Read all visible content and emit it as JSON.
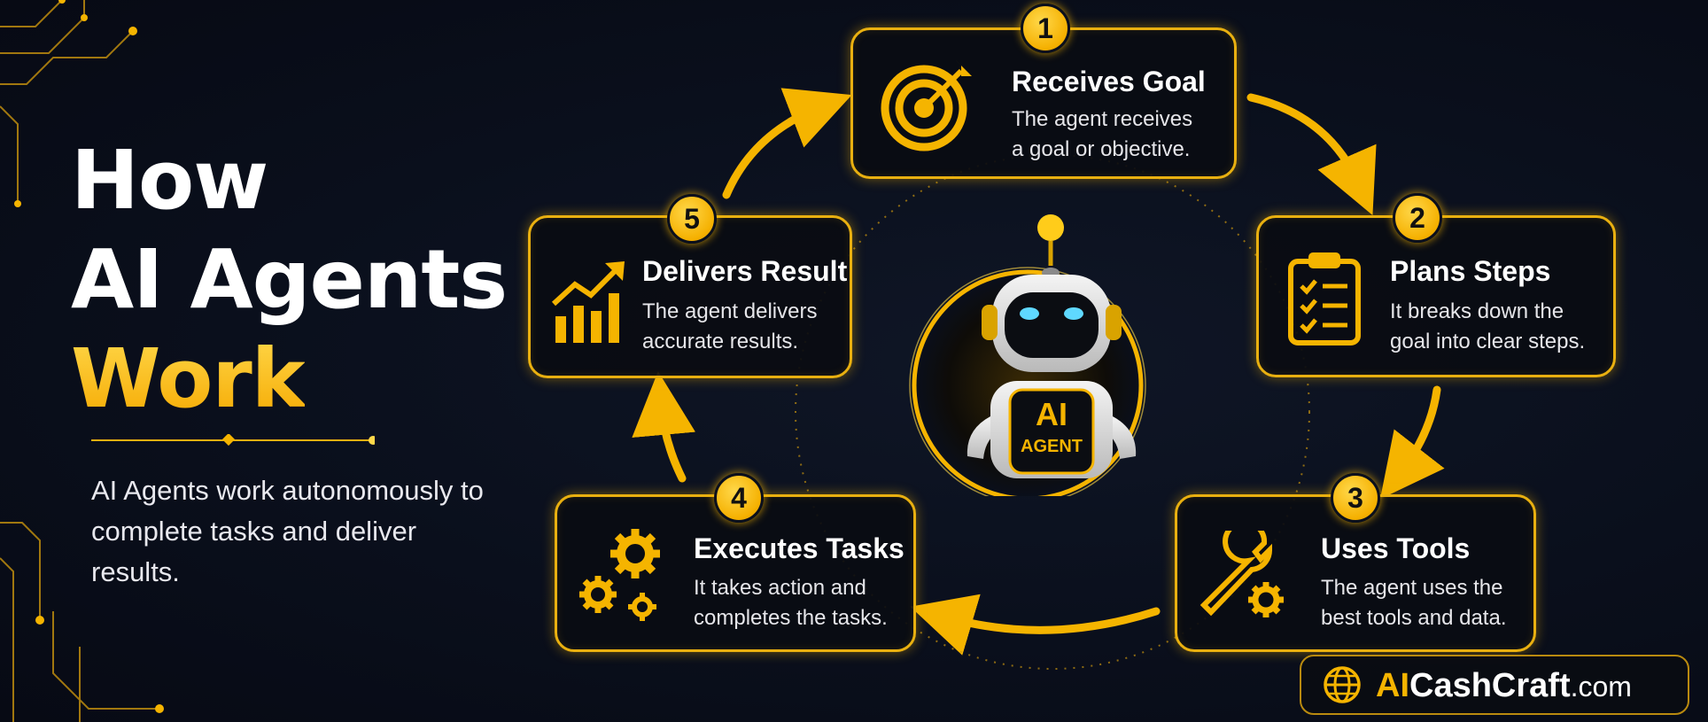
{
  "title": {
    "line1": "How",
    "line2": "AI Agents",
    "line3": "Work"
  },
  "description": "AI Agents work autonomously to complete tasks and deliver results.",
  "center": {
    "badge_line1": "AI",
    "badge_line2": "AGENT"
  },
  "steps": [
    {
      "number": "1",
      "title": "Receives Goal",
      "line1": "The agent receives",
      "line2": "a goal or objective.",
      "icon": "target-icon"
    },
    {
      "number": "2",
      "title": "Plans Steps",
      "line1": "It breaks down the",
      "line2": "goal into clear steps.",
      "icon": "clipboard-checklist-icon"
    },
    {
      "number": "3",
      "title": "Uses Tools",
      "line1": "The agent uses the",
      "line2": "best tools and data.",
      "icon": "wrench-gear-icon"
    },
    {
      "number": "4",
      "title": "Executes Tasks",
      "line1": "It takes action and",
      "line2": "completes the tasks.",
      "icon": "gears-icon"
    },
    {
      "number": "5",
      "title": "Delivers Result",
      "line1": "The agent delivers",
      "line2": "accurate results.",
      "icon": "growth-chart-icon"
    }
  ],
  "brand": {
    "prefix": "AI",
    "name": "CashCraft",
    "suffix": ".com",
    "icon": "globe-icon"
  },
  "colors": {
    "accent": "#f5b400",
    "background": "#0a0f1c",
    "text": "#ffffff"
  }
}
